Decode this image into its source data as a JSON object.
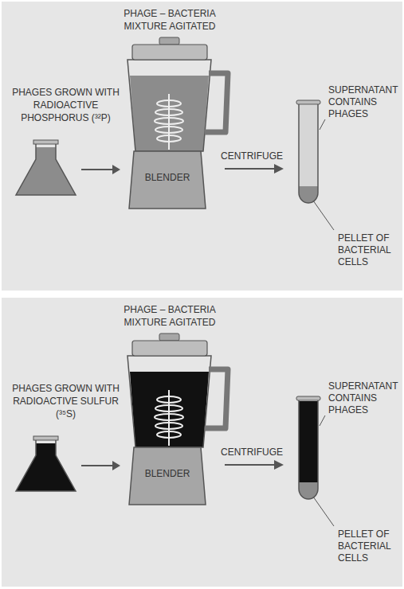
{
  "diagram": {
    "nodes": [
      {
        "text": [
          "PHAGES GROWN WITH RADIOACTIVE PHOSPHORUS (³²P)"
        ]
      },
      {
        "text": [
          "PHAGE – BACTERIA MIXTURE AGITATED",
          "BLENDER"
        ]
      },
      {
        "text": [
          "PHAGES GROWN WITH RADIOACTIVE SULFUR (³⁵S)"
        ]
      },
      {
        "text": [
          "PHAGE – BACTERIA MIXTURE AGITATED",
          "BLENDER"
        ]
      }
    ],
    "edges": [
      {
        "from": 0,
        "to": 1,
        "arrow": "to"
      },
      {
        "from": 2,
        "to": 3,
        "arrow": "to"
      }
    ],
    "labels": [
      "CENTRIFUGE",
      "SUPERNATANT CONTAINS PHAGES",
      "PELLET OF BACTERIAL CELLS",
      "CENTRIFUGE",
      "SUPERNATANT CONTAINS PHAGES",
      "PELLET OF BACTERIAL CELLS"
    ]
  }
}
